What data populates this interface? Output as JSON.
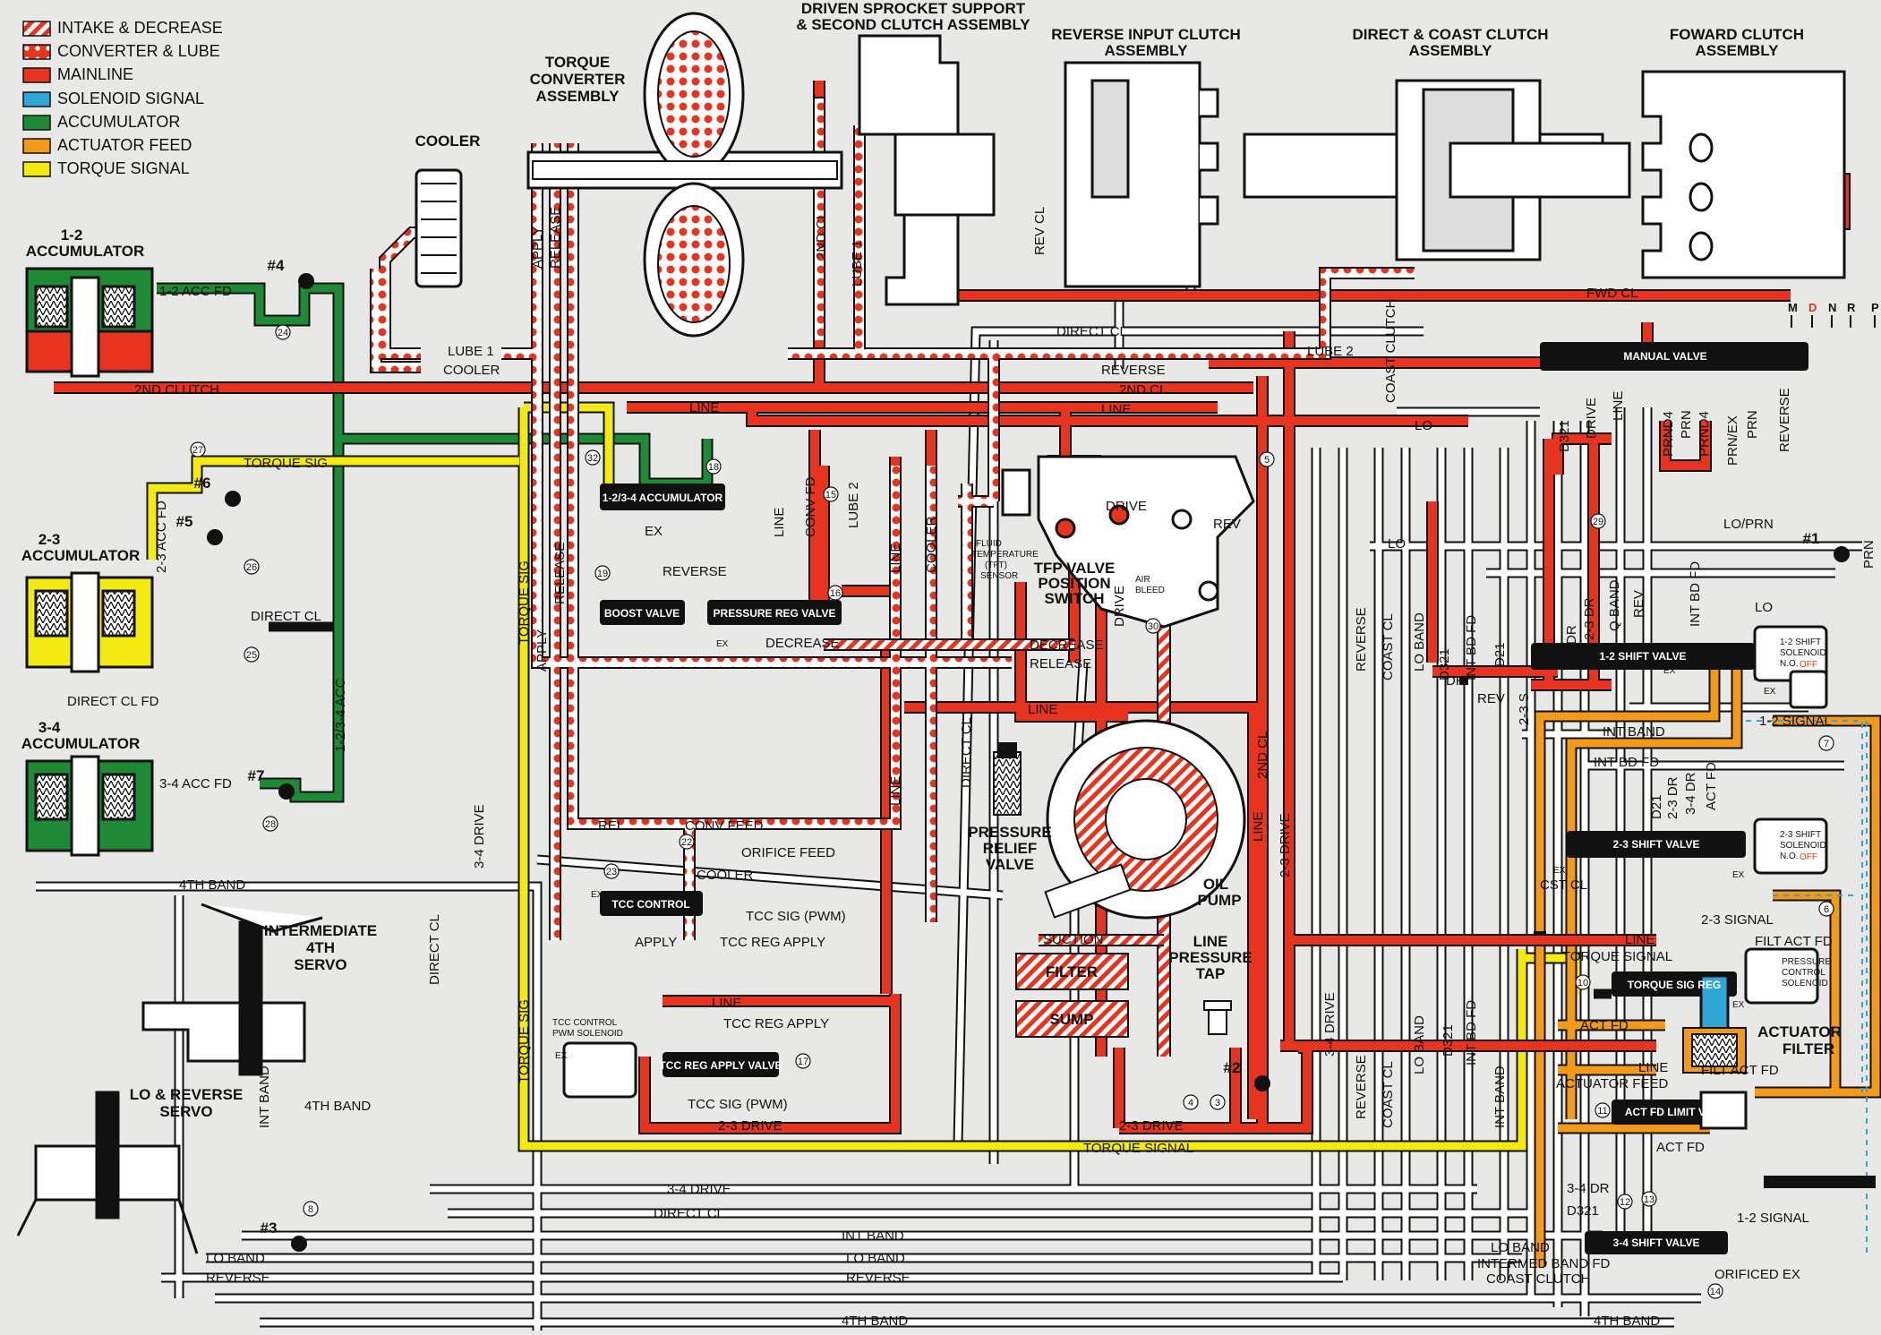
{
  "colors": {
    "intake": "#e8331f",
    "converter": "#e8331f",
    "mainline": "#e8331f",
    "solenoid": "#2fa6d6",
    "accumulator": "#1f8a35",
    "actuator": "#f39a1b",
    "torque": "#f2ea10",
    "exhaust": "#ffffff",
    "background": "#e8e8e6"
  },
  "legend": [
    {
      "label": "INTAKE & DECREASE",
      "pattern": "hatch",
      "color": "#e8331f"
    },
    {
      "label": "CONVERTER & LUBE",
      "pattern": "dots",
      "color": "#e8331f"
    },
    {
      "label": "MAINLINE",
      "pattern": "solid",
      "color": "#e8331f"
    },
    {
      "label": "SOLENOID SIGNAL",
      "pattern": "solid",
      "color": "#2fa6d6"
    },
    {
      "label": "ACCUMULATOR",
      "pattern": "solid",
      "color": "#1f8a35"
    },
    {
      "label": "ACTUATOR FEED",
      "pattern": "solid",
      "color": "#f39a1b"
    },
    {
      "label": "TORQUE SIGNAL",
      "pattern": "solid",
      "color": "#f2ea10"
    }
  ],
  "titles": {
    "acc12": [
      "1-2",
      "ACCUMULATOR"
    ],
    "acc23": [
      "2-3",
      "ACCUMULATOR"
    ],
    "acc34": [
      "3-4",
      "ACCUMULATOR"
    ],
    "cooler": "COOLER",
    "torque_conv": [
      "TORQUE",
      "CONVERTER",
      "ASSEMBLY"
    ],
    "driven": [
      "DRIVEN SPROCKET SUPPORT",
      "& SECOND CLUTCH ASSEMBLY"
    ],
    "reverse_input": [
      "REVERSE INPUT CLUTCH",
      "ASSEMBLY"
    ],
    "direct_coast": [
      "DIRECT & COAST CLUTCH",
      "ASSEMBLY"
    ],
    "forward": [
      "FOWARD CLUTCH",
      "ASSEMBLY"
    ],
    "int4": [
      "INTERMEDIATE",
      "4TH",
      "SERVO"
    ],
    "lorev": [
      "LO & REVERSE",
      "SERVO"
    ],
    "tfp": [
      "TFP VALVE",
      "POSITION",
      "SWITCH"
    ],
    "tft": [
      "FLUID",
      "TEMPERATURE",
      "(TFT)",
      "SENSOR"
    ],
    "prv": [
      "PRESSURE",
      "RELIEF",
      "VALVE"
    ],
    "oil_pump": [
      "OIL",
      "PUMP"
    ],
    "line_tap": [
      "LINE",
      "PRESSURE",
      "TAP"
    ],
    "act_filter": [
      "ACTUATOR",
      "FILTER"
    ],
    "tcc_sol": [
      "TCC CONTROL",
      "PWM SOLENOID"
    ],
    "sol12": [
      "1-2 SHIFT",
      "SOLENOID",
      "N.O.",
      "OFF"
    ],
    "sol23": [
      "2-3 SHIFT",
      "SOLENOID",
      "N.O.",
      "OFF"
    ],
    "pcs": [
      "PRESSURE",
      "CONTROL",
      "SOLENOID"
    ],
    "air_bleed": [
      "AIR",
      "BLEED"
    ]
  },
  "valves": {
    "manual": "MANUAL VALVE",
    "shift12": "1-2 SHIFT VALVE",
    "shift23": "2-3 SHIFT VALVE",
    "shift34": "3-4 SHIFT VALVE",
    "torque_sig_reg": "TORQUE SIG REG",
    "act_fd_limit": "ACT FD LIMIT VALVE",
    "boost": "BOOST VALVE",
    "pressure_reg": "PRESSURE REG VALVE",
    "acc_1234": "1-2/3-4 ACCUMULATOR",
    "tcc_control": "TCC CONTROL",
    "tcc_reg_apply": "TCC REG APPLY VALVE",
    "filter": "FILTER",
    "sump": "SUMP"
  },
  "checkballs": [
    "#1",
    "#2",
    "#3",
    "#4",
    "#5",
    "#6",
    "#7"
  ],
  "orifices": [
    "4",
    "3",
    "5",
    "6",
    "7",
    "8",
    "10",
    "11",
    "12",
    "13",
    "14",
    "15",
    "16",
    "17",
    "18",
    "19",
    "22",
    "23",
    "24",
    "25",
    "26",
    "27",
    "28",
    "29",
    "30",
    "32"
  ],
  "gears": [
    "M",
    "D",
    "N",
    "R",
    "P"
  ],
  "labels": {
    "acc12_fd": "1-2 ACC FD",
    "second_clutch": "2ND CLUTCH",
    "torque_sig": "TORQUE SIG",
    "acc23_fd": "2-3 ACC FD",
    "direct_cl": "DIRECT CL",
    "direct_cl_fd": "DIRECT CL FD",
    "acc34_fd": "3-4 ACC FD",
    "acc_1234": "1-2/3-4 ACC",
    "fourth_band": "4TH BAND",
    "int_band": "INT BAND",
    "lo_band": "LO BAND",
    "reverse": "REVERSE",
    "drive34": "3-4 DRIVE",
    "lube1": "LUBE 1",
    "lube2": "LUBE 2",
    "cooler": "COOLER",
    "line": "LINE",
    "release": "RELEASE",
    "apply": "APPLY",
    "decrease": "DECREASE",
    "conv_fd": "CONV FD",
    "conv_feed": "CONV FEED",
    "orifice_feed": "ORIFICE FEED",
    "rel": "REL",
    "tcc_sig_pwm": "TCC SIG (PWM)",
    "tcc_reg_apply": "TCC REG APPLY",
    "drive23": "2-3 DRIVE",
    "torque_signal": "TORQUE SIGNAL",
    "cl2nd": "2ND CL",
    "rev_cl": "REV CL",
    "fwd_cl": "FWD CL",
    "coast_clutch": "COAST CLUTCH",
    "coast_cl": "COAST CL",
    "lo": "LO",
    "lo_prn": "LO/PRN",
    "prn": "PRN",
    "d321": "D321",
    "drive": "DRIVE",
    "prnd4": "PRND4",
    "prn_ex": "PRN/EX",
    "int_bd_fd": "INT BD FD",
    "d21": "D21",
    "dr23": "2-3 DR",
    "dr34": "3-4 DR",
    "dr": "DR",
    "rev": "REV",
    "act_fd": "ACT FD",
    "signal12": "1-2 SIGNAL",
    "signal23": "2-3 SIGNAL",
    "cst_cl": "CST CL",
    "filt_act_fd": "FILT ACT FD",
    "actuator_feed": "ACTUATOR FEED",
    "orificed_ex": "ORIFICED EX",
    "intermed_band_fd": "INTERMED BAND FD",
    "suction": "SUCTION",
    "ex": "EX",
    "lube2_short": "LUBE 2",
    "s23": "2-3 S",
    "lo_band_v": "LO BAND",
    "direct_cl_v": "DIRECT CL",
    "q_band": "Q BAND"
  }
}
